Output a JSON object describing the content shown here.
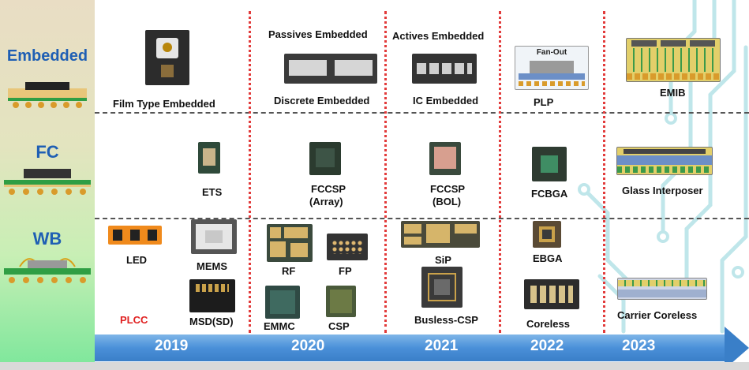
{
  "rows": {
    "embedded": "Embedded",
    "fc": "FC",
    "wb": "WB"
  },
  "labels": {
    "film_type_embedded": "Film Type Embedded",
    "passives_embedded": "Passives Embedded",
    "discrete_embedded": "Discrete Embedded",
    "actives_embedded": "Actives Embedded",
    "ic_embedded": "IC  Embedded",
    "plp": "PLP",
    "fan_out": "Fan-Out",
    "emib": "EMIB",
    "ets": "ETS",
    "fccsp_array_1": "FCCSP",
    "fccsp_array_2": "(Array)",
    "fccsp_bol_1": "FCCSP",
    "fccsp_bol_2": "(BOL)",
    "fcbga": "FCBGA",
    "glass_interposer": "Glass  Interposer",
    "led": "LED",
    "mems": "MEMS",
    "rf": "RF",
    "fp": "FP",
    "sip": "SiP",
    "ebga": "EBGA",
    "plcc": "PLCC",
    "msd": "MSD(SD)",
    "emmc": "EMMC",
    "csp": "CSP",
    "busless_csp": "Busless-CSP",
    "coreless": "Coreless",
    "carrier_coreless": "Carrier  Coreless"
  },
  "timeline": {
    "years": [
      "2019",
      "2020",
      "2021",
      "2022",
      "2023"
    ]
  },
  "colors": {
    "row_title": "#1f5fb4",
    "separator_red": "#e23b3b",
    "plcc_red": "#e02020",
    "timeline_blue": "#4a90d9"
  }
}
